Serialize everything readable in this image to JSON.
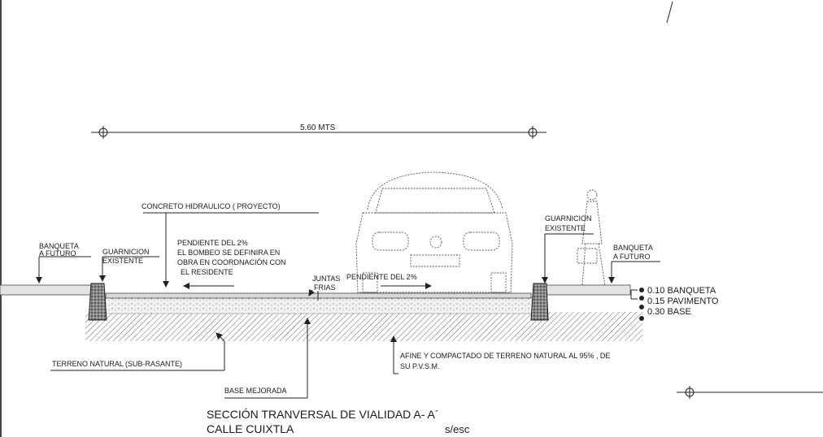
{
  "dimension": {
    "label": "5.60 MTS"
  },
  "labels": {
    "concreto": "CONCRETO HIDRAULICO ( PROYECTO)",
    "banqueta_left_1": "BANQUETA",
    "banqueta_left_2": "A FUTURO",
    "guarnicion_left_1": "GUARNICION",
    "guarnicion_left_2": "EXISTENTE",
    "pendiente_1": "PENDIENTE DEL 2%",
    "pendiente_2": "EL BOMBEO SE DEFINIRA EN",
    "pendiente_3": "OBRA EN COORDNACIÓN CON",
    "pendiente_4": "EL RESIDENTE",
    "juntas_1": "JUNTAS",
    "juntas_2": "FRIAS",
    "pendiente_right": "PENDIENTE DEL 2%",
    "guarnicion_right_1": "GUARNICION",
    "guarnicion_right_2": "EXISTENTE",
    "banqueta_right_1": "BANQUETA",
    "banqueta_right_2": "A FUTURO",
    "thickness_banqueta": "0.10 BANQUETA",
    "thickness_pavimento": "0.15 PAVIMENTO",
    "thickness_base": "0.30 BASE",
    "terreno": "TERRENO NATURAL (SUB-RASANTE)",
    "base_mejorada": "BASE MEJORADA",
    "afine_1": "AFINE Y COMPACTADO DE TERRENO NATURAL  AL 95% , DE",
    "afine_2": "SU P.V.S.M."
  },
  "title": {
    "line1": "SECCIÓN TRANVERSAL DE VIALIDAD  A- A´",
    "line2": "CALLE CUIXTLA",
    "scale": "s/esc"
  }
}
